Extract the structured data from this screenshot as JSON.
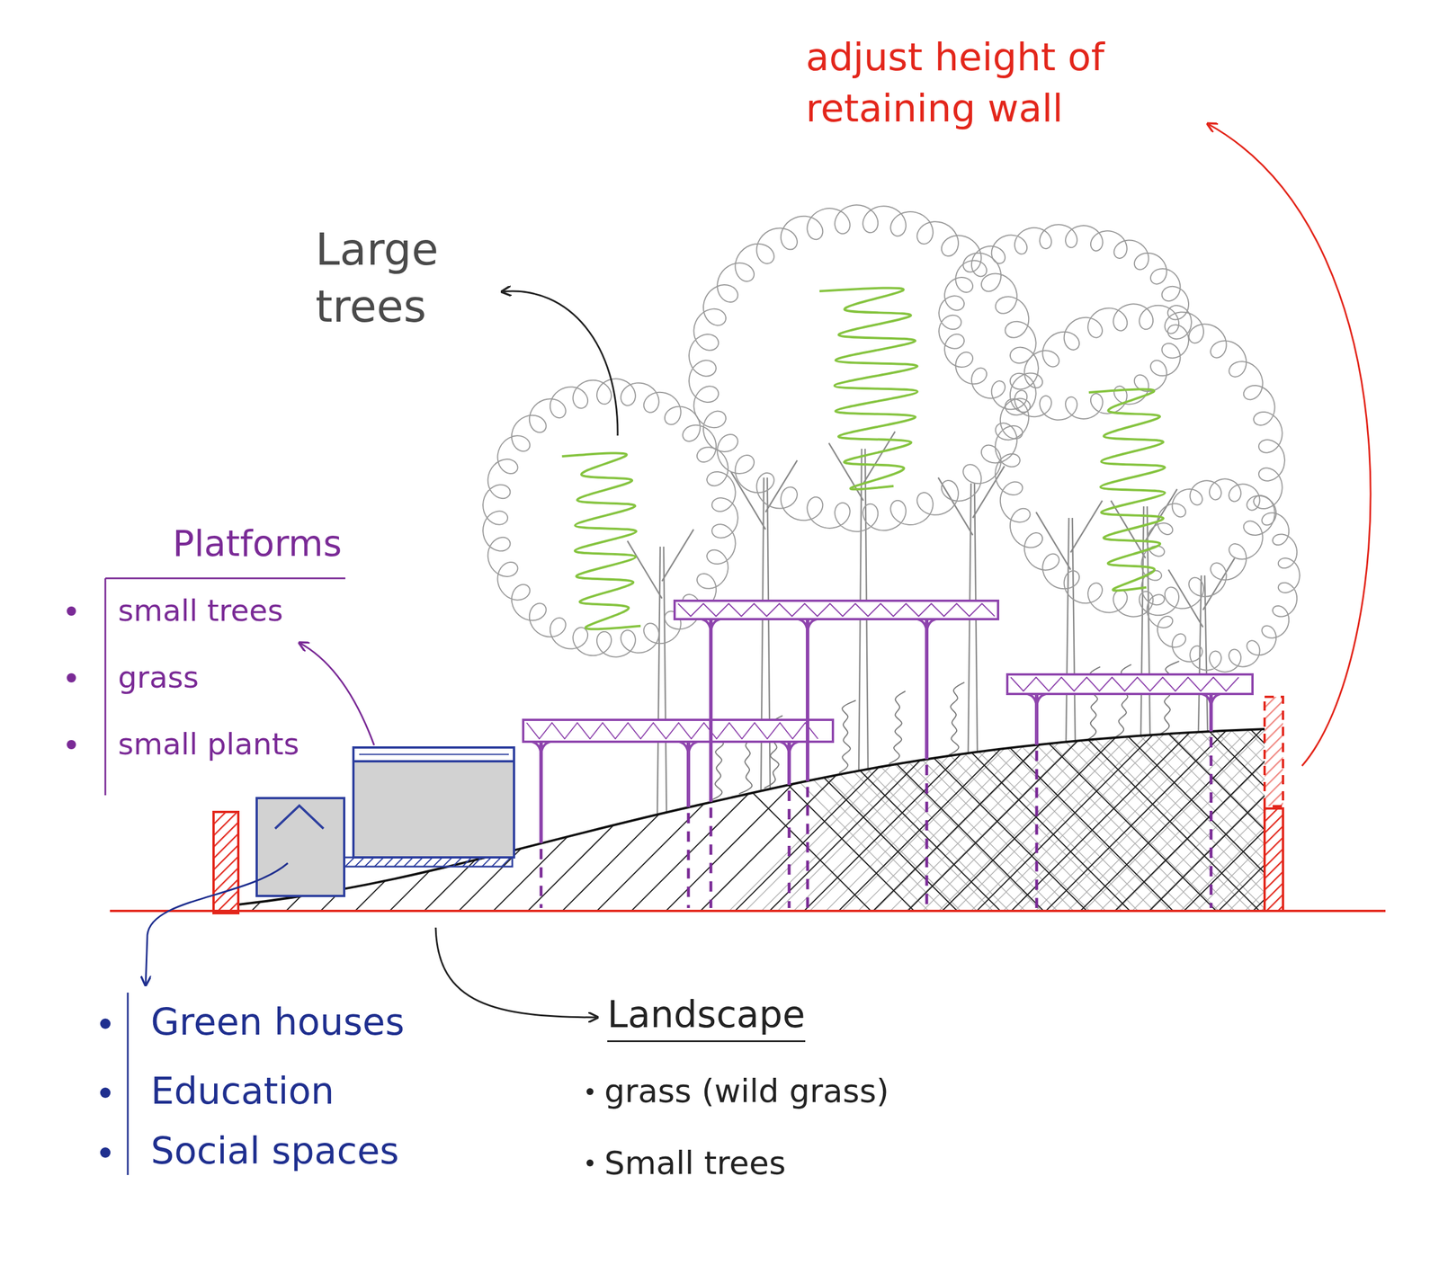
{
  "diagram": {
    "labels": [
      "adjust height of retaining wall",
      "Large trees",
      "Platforms",
      "small trees",
      "grass",
      "small plants",
      "Green houses",
      "Education",
      "Social spaces",
      "Landscape",
      "grass (wild grass)",
      "Small trees"
    ]
  }
}
